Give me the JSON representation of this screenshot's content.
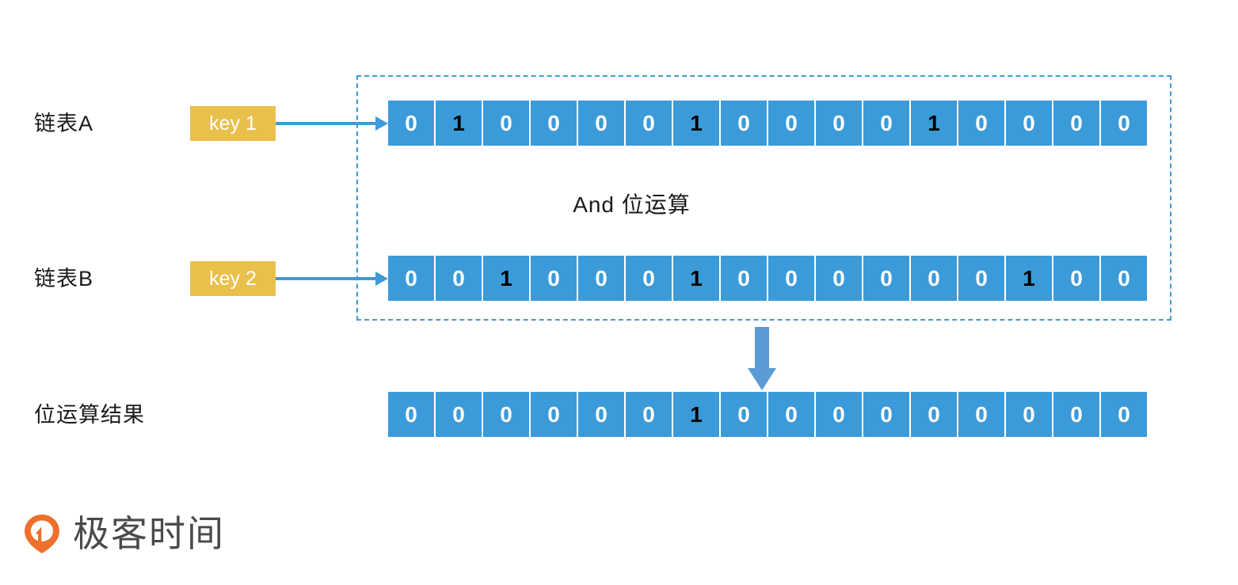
{
  "diagram": {
    "title": "And 位运算",
    "op_label": "And 位运算",
    "colors": {
      "bit_cell": "#3b9bd9",
      "bit_zero_text": "#ffffff",
      "bit_one_text": "#000000",
      "key_badge": "#e9c04b",
      "key_badge_text": "#ffffff",
      "dashed_border": "#3f9ad6",
      "connector_arrow": "#3f9ad6",
      "down_arrow": "#5b9bd5",
      "logo_mark": "#ef6f2c",
      "logo_text": "#4a4a4a"
    },
    "rows": [
      {
        "label": "链表A",
        "key": "key 1",
        "bits": [
          "0",
          "1",
          "0",
          "0",
          "0",
          "0",
          "1",
          "0",
          "0",
          "0",
          "0",
          "1",
          "0",
          "0",
          "0",
          "0"
        ]
      },
      {
        "label": "链表B",
        "key": "key 2",
        "bits": [
          "0",
          "0",
          "1",
          "0",
          "0",
          "0",
          "1",
          "0",
          "0",
          "0",
          "0",
          "0",
          "0",
          "1",
          "0",
          "0"
        ]
      }
    ],
    "result": {
      "label": "位运算结果",
      "bits": [
        "0",
        "0",
        "0",
        "0",
        "0",
        "0",
        "1",
        "0",
        "0",
        "0",
        "0",
        "0",
        "0",
        "0",
        "0",
        "0"
      ]
    },
    "icons": {
      "arrow_right": "arrow-right-icon",
      "arrow_down": "arrow-down-icon",
      "logo_mark": "geektime-pin-icon"
    }
  },
  "footer": {
    "brand": "极客时间"
  }
}
